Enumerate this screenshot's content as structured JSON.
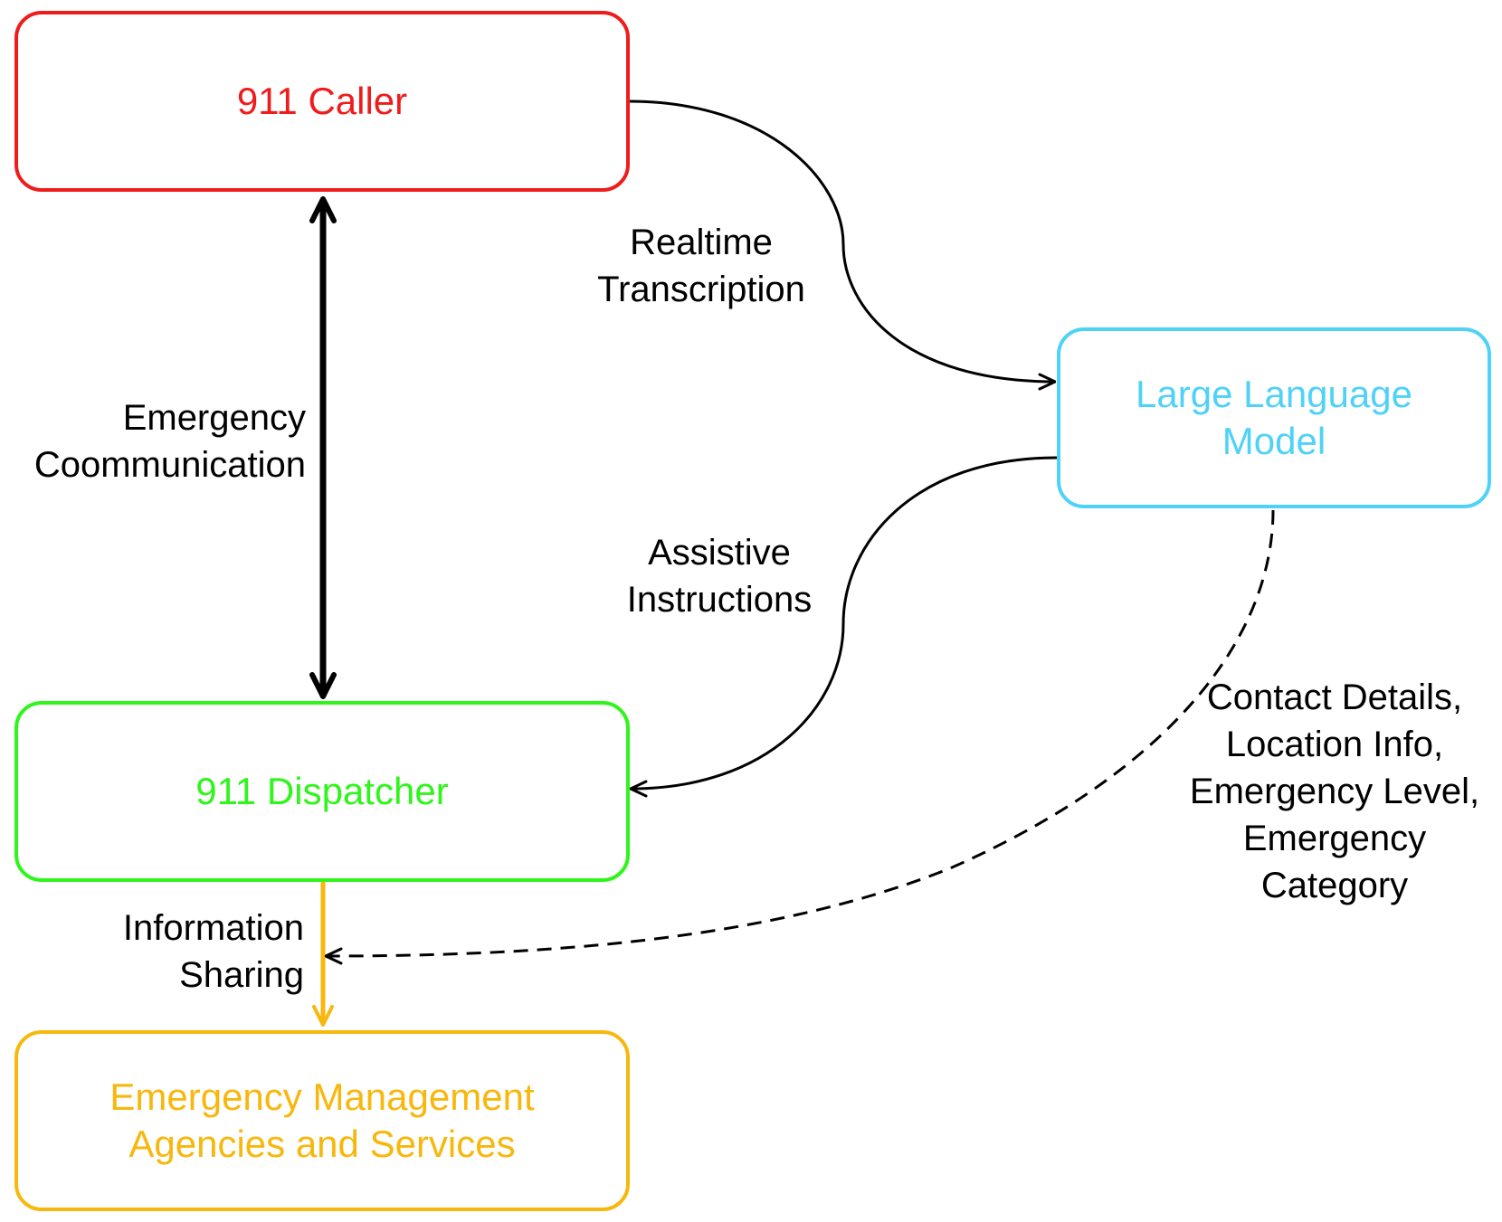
{
  "colors": {
    "caller": "#ef1c1c",
    "llm": "#4fd2f7",
    "dispatcher": "#2ef51a",
    "agencies": "#f8b70c",
    "edge": "#000000"
  },
  "nodes": {
    "caller": {
      "label": "911 Caller"
    },
    "llm": {
      "label": "Large Language\nModel"
    },
    "dispatcher": {
      "label": "911 Dispatcher"
    },
    "agencies": {
      "label": "Emergency Management\nAgencies and Services"
    }
  },
  "edges": {
    "emergency_communication": {
      "label": "Emergency\nCoommunication",
      "style": "bidirectional-thick"
    },
    "realtime_transcription": {
      "label": "Realtime\nTranscription",
      "style": "solid"
    },
    "assistive_instructions": {
      "label": "Assistive\nInstructions",
      "style": "solid"
    },
    "information_sharing": {
      "label": "Information\nSharing",
      "style": "solid"
    },
    "contact_details": {
      "label": "Contact Details,\nLocation Info,\nEmergency Level,\nEmergency\nCategory",
      "style": "dashed"
    }
  }
}
